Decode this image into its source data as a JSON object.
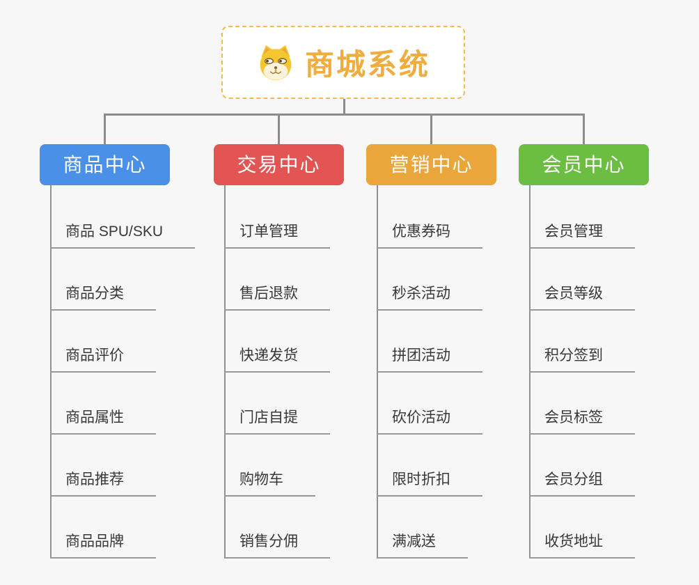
{
  "colors": {
    "accent": "#f0ac3e",
    "root_border": "#f6bb4f",
    "connector": "#8c8c8c",
    "background": "#f7f7f7",
    "child_text": "#383838"
  },
  "root": {
    "title": "商城系统",
    "icon": "doge-dog-icon"
  },
  "branches": [
    {
      "label": "商品中心",
      "color": "#4a90e8",
      "children": [
        "商品 SPU/SKU",
        "商品分类",
        "商品评价",
        "商品属性",
        "商品推荐",
        "商品品牌"
      ]
    },
    {
      "label": "交易中心",
      "color": "#e25552",
      "children": [
        "订单管理",
        "售后退款",
        "快递发货",
        "门店自提",
        "购物车",
        "销售分佣"
      ]
    },
    {
      "label": "营销中心",
      "color": "#eaa63a",
      "children": [
        "优惠券码",
        "秒杀活动",
        "拼团活动",
        "砍价活动",
        "限时折扣",
        "满减送"
      ]
    },
    {
      "label": "会员中心",
      "color": "#6cbe43",
      "children": [
        "会员管理",
        "会员等级",
        "积分签到",
        "会员标签",
        "会员分组",
        "收货地址"
      ]
    }
  ]
}
